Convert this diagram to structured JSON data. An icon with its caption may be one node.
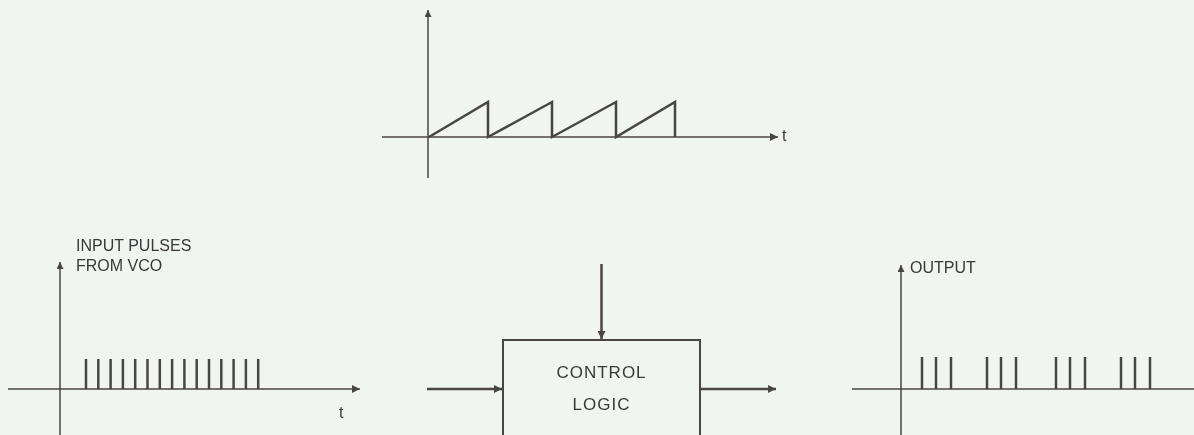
{
  "diagram": {
    "nodes": [
      {
        "text": [],
        "shape": "picture"
      },
      {
        "text": [],
        "shape": "picture"
      },
      {
        "text": [
          "CONTROL LOGIC"
        ]
      },
      {
        "text": [],
        "shape": "picture"
      }
    ],
    "edges": [
      {
        "from": 1,
        "to": 2,
        "arrow": "to"
      },
      {
        "from": null,
        "to": 2,
        "arrow": "to"
      },
      {
        "from": 2,
        "to": 3,
        "arrow": "to"
      }
    ],
    "labels": [
      "t",
      "INPUT PULSES FROM VCO",
      "OUTPUT",
      "t"
    ]
  }
}
